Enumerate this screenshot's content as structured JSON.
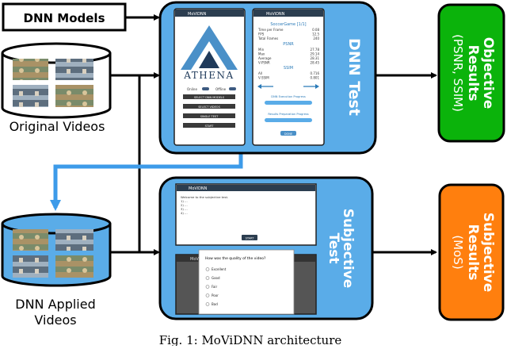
{
  "models_box": {
    "label": "DNN Models"
  },
  "original_videos": {
    "label": "Original Videos"
  },
  "applied_videos": {
    "label_line1": "DNN Applied",
    "label_line2": "Videos"
  },
  "dnn_test": {
    "label": "DNN Test",
    "phone_left": {
      "appbar": "MoViDNN",
      "logo": "ATHENA",
      "toggle1": "Online",
      "toggle2": "Offline",
      "btn1": "SELECT DNN MODELS",
      "btn2": "SELECT VIDEOS",
      "btn3": "SINGLE TEST",
      "btn4": "START"
    },
    "phone_right": {
      "appbar": "MoViDNN",
      "title": "SoccerGame [1/1]",
      "rows1": [
        [
          "Time per Frame",
          "0.08"
        ],
        [
          "FPS",
          "12.5"
        ],
        [
          "Total Frames",
          "240"
        ]
      ],
      "psnr_title": "PSNR",
      "rows2": [
        [
          "Min",
          "27.78"
        ],
        [
          "Max",
          "29.14"
        ],
        [
          "Average",
          "28.31"
        ],
        [
          "V-PSNR",
          "28.45"
        ]
      ],
      "ssim_title": "SSIM",
      "rows3": [
        [
          "All",
          "0.716"
        ],
        [
          "V-SSIM",
          "0.801"
        ]
      ],
      "progress1": "DNN Execution Progress",
      "progress2": "Results Preparation Progress",
      "btn": "DONE"
    }
  },
  "subjective_test": {
    "label_line1": "Subjective",
    "label_line2": "Test",
    "screen1": {
      "appbar": "MoViDNN",
      "text_lines": [
        "Welcome to the subjective test.",
        "1) ...",
        "2) ...",
        "3) ...",
        "4) ..."
      ],
      "btn": "START"
    },
    "screen2": {
      "appbar": "MoViDNN",
      "question": "How was the quality of the video?",
      "options": [
        "Excellent",
        "Good",
        "Fair",
        "Poor",
        "Bad"
      ]
    }
  },
  "objective_results": {
    "line1": "Objective",
    "line2": "Results",
    "line3": "(PSNR, SSIM)"
  },
  "subjective_results": {
    "line1": "Subjective",
    "line2": "Results",
    "line3": "(MoS)"
  },
  "caption": "Fig. 1: MoViDNN architecture",
  "colors": {
    "blue": "#5aace8",
    "blue_arrow": "#3d9be9",
    "green": "#0bb30b",
    "orange": "#ff7f0e",
    "dark": "#000000"
  }
}
